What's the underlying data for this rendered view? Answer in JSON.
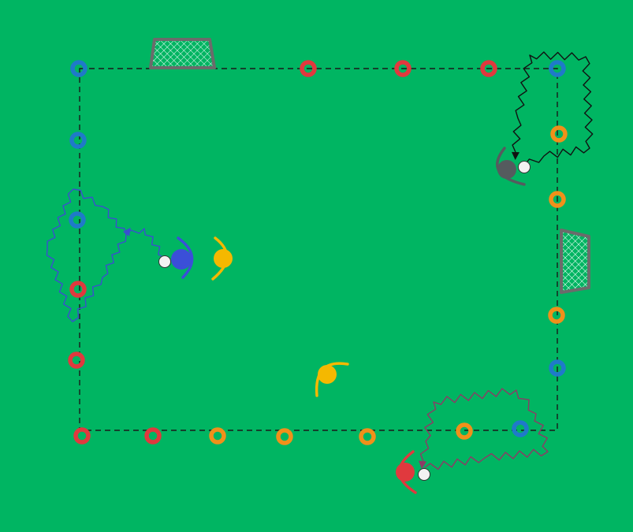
{
  "colors": {
    "pitch": "#00B562",
    "boundary": "#1a1a1a",
    "goal_frame": "#6b6b6b",
    "goal_net": "#ffffff",
    "cone_red": "#E0393E",
    "cone_blue": "#1F7AC9",
    "cone_orange": "#F0901A",
    "player_blue": "#3B4FD8",
    "player_yellow": "#F5B800",
    "player_red": "#E0393E",
    "player_dark": "#555B5E",
    "path_blue": "#3A4FCF",
    "path_black": "#111111",
    "path_maroon": "#8E3A66",
    "ball": "#F2F2F2"
  },
  "pitch": {
    "goals": [
      {
        "name": "top-goal",
        "color": "grey"
      },
      {
        "name": "right-goal",
        "color": "grey"
      }
    ],
    "cones": [
      {
        "color": "blue"
      },
      {
        "color": "red"
      },
      {
        "color": "red"
      },
      {
        "color": "red"
      },
      {
        "color": "blue"
      },
      {
        "color": "blue"
      },
      {
        "color": "blue"
      },
      {
        "color": "red"
      },
      {
        "color": "red"
      },
      {
        "color": "orange"
      },
      {
        "color": "orange"
      },
      {
        "color": "orange"
      },
      {
        "color": "blue"
      },
      {
        "color": "red"
      },
      {
        "color": "red"
      },
      {
        "color": "orange"
      },
      {
        "color": "orange"
      },
      {
        "color": "orange"
      },
      {
        "color": "orange"
      },
      {
        "color": "blue"
      }
    ],
    "players": [
      {
        "name": "blue-player",
        "color": "blue",
        "has_ball": true
      },
      {
        "name": "yellow-player-top",
        "color": "yellow",
        "has_ball": false
      },
      {
        "name": "yellow-player-bottom",
        "color": "yellow",
        "has_ball": false
      },
      {
        "name": "dark-player",
        "color": "dark",
        "has_ball": true
      },
      {
        "name": "red-player",
        "color": "red",
        "has_ball": true
      }
    ],
    "dribble_paths": [
      {
        "name": "blue-dribble-path",
        "color": "blue"
      },
      {
        "name": "black-dribble-path",
        "color": "black"
      },
      {
        "name": "maroon-dribble-path",
        "color": "maroon"
      }
    ]
  }
}
